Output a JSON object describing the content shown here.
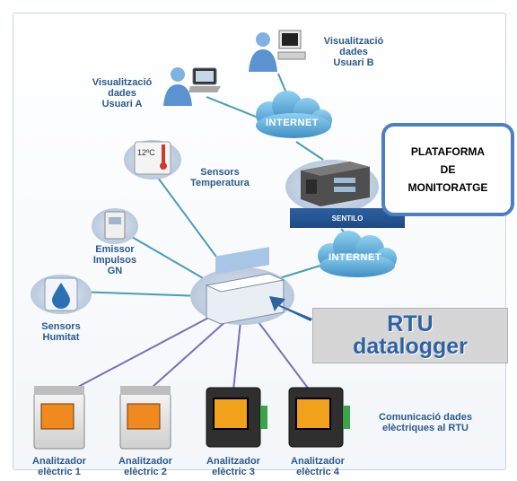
{
  "nodes": {
    "user_a": [
      "Visualització",
      "dades",
      "Usuari A"
    ],
    "user_b": [
      "Visualització",
      "dades",
      "Usuari B"
    ],
    "internet_top": "INTERNET",
    "internet_bottom": "INTERNET",
    "sentilo": "SENTILO",
    "plataforma": [
      "PLATAFORMA",
      "DE",
      "MONITORATGE"
    ],
    "sensors_temp": [
      "Sensors",
      "Temperatura"
    ],
    "thermo_readout": "12ºC",
    "emissor": [
      "Emissor",
      "Impulsos",
      "GN"
    ],
    "sensors_hum": [
      "Sensors",
      "Humitat"
    ],
    "rtu": [
      "RTU",
      "datalogger"
    ],
    "comunicacio": [
      "Comunicació dades",
      "elèctriques al RTU"
    ],
    "analitzadors": [
      [
        "Analitzador",
        "elèctric 1"
      ],
      [
        "Analitzador",
        "elèctric 2"
      ],
      [
        "Analitzador",
        "elèctric 3"
      ],
      [
        "Analitzador",
        "elèctric 4"
      ]
    ]
  },
  "colors": {
    "label": "#2a5a8c",
    "cloud": "#5fa9d6",
    "link_teal": "#4a9db5",
    "link_purple": "#7a6fb8",
    "arrow": "#2e62a3",
    "plataforma_border": "#4a7fc1"
  }
}
